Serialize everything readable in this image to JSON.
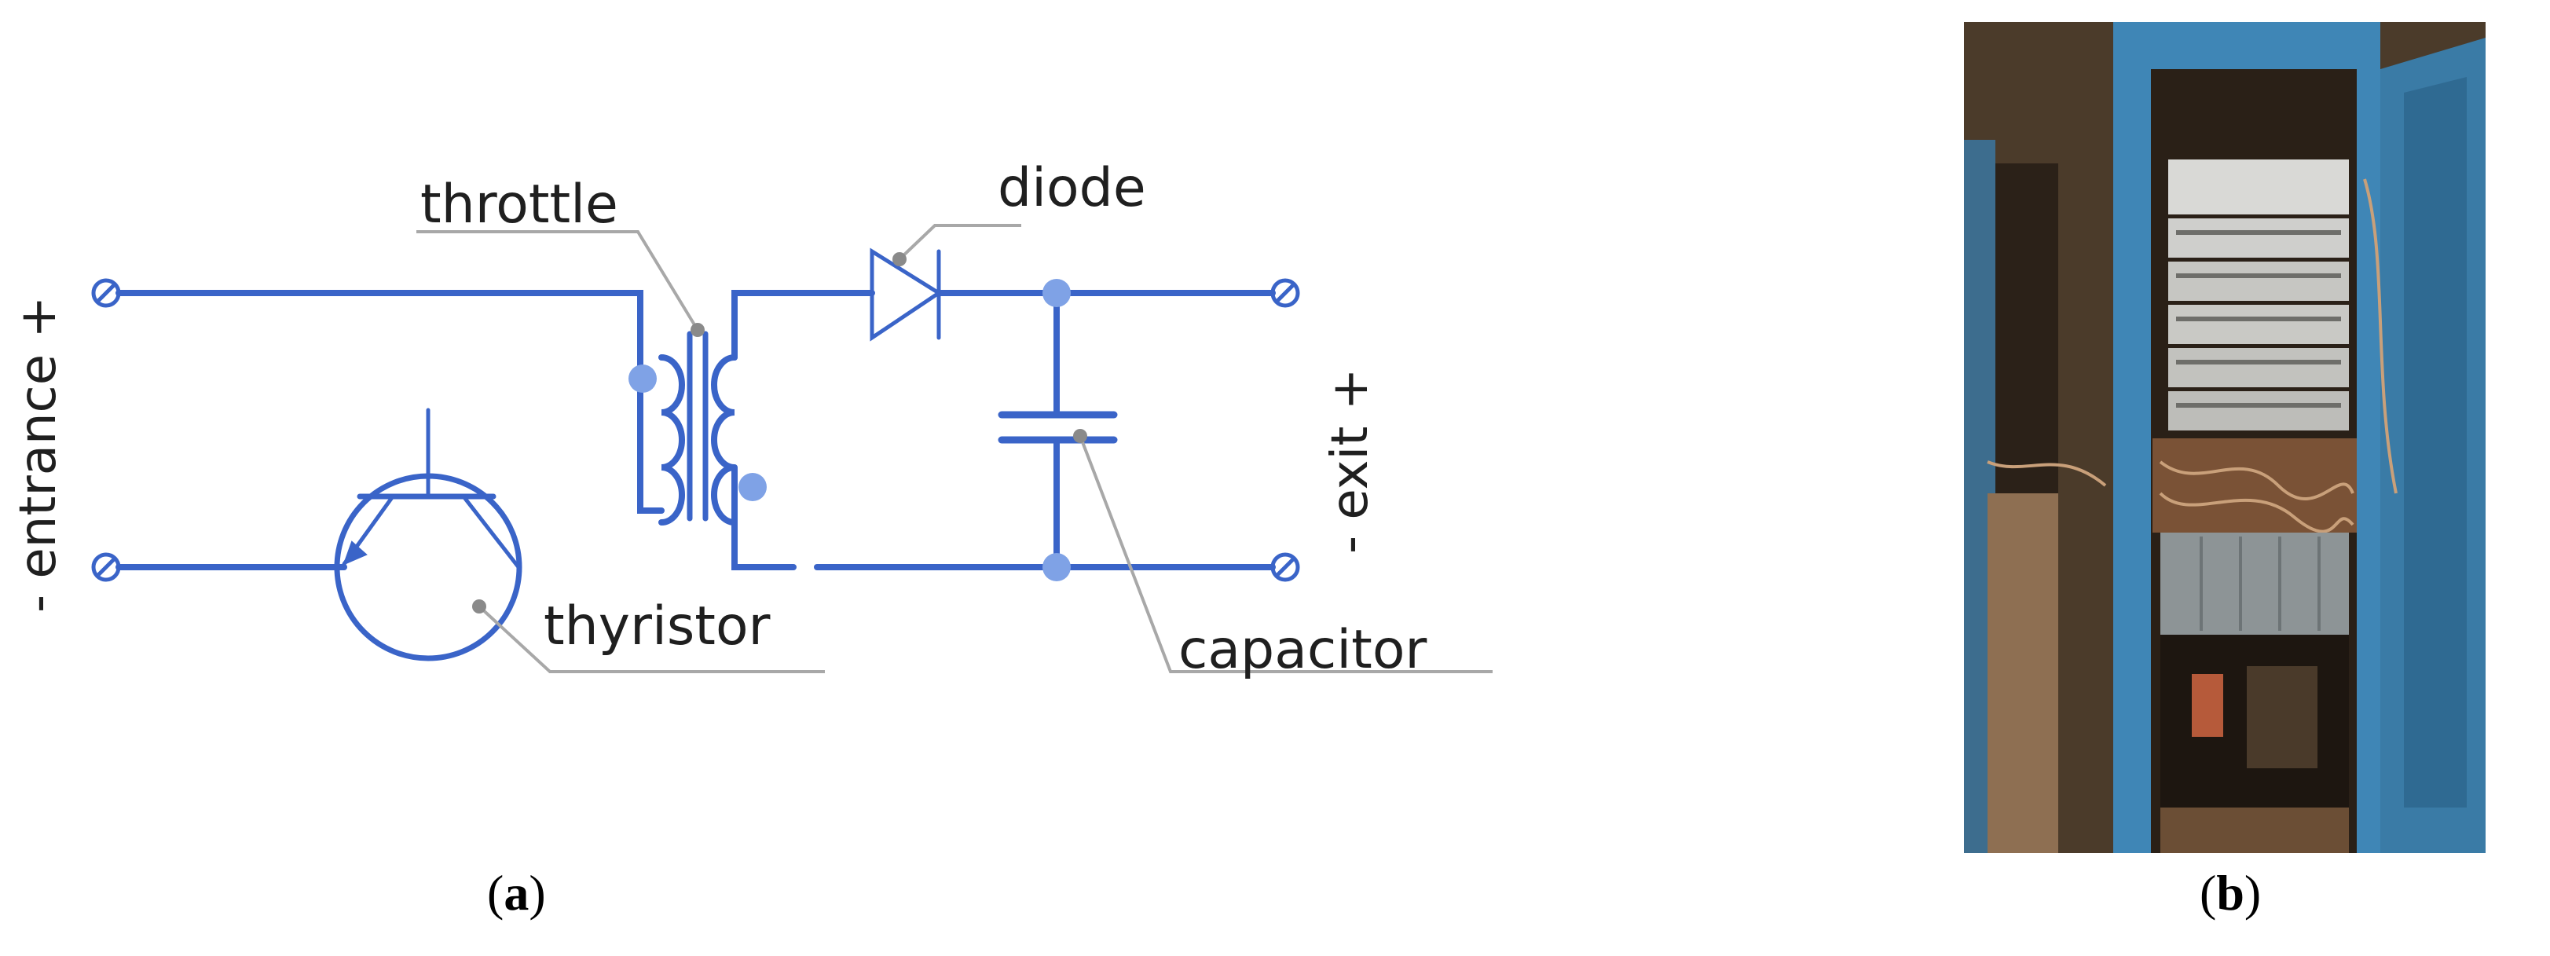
{
  "diagram": {
    "labels": {
      "throttle": "throttle",
      "diode": "diode",
      "thyristor": "thyristor",
      "capacitor": "capacitor",
      "input": "- entrance +",
      "output": "- exit +"
    },
    "colors": {
      "wire": "#3a64c8",
      "dot": "#7fa2e6",
      "leader": "#a8a8a8"
    }
  },
  "captions": {
    "a_open": "(",
    "a": "a",
    "a_close": ")",
    "b_open": "(",
    "b": "b",
    "b_close": ")"
  },
  "photo": {
    "subject": "electrical-cabinet-photo"
  }
}
